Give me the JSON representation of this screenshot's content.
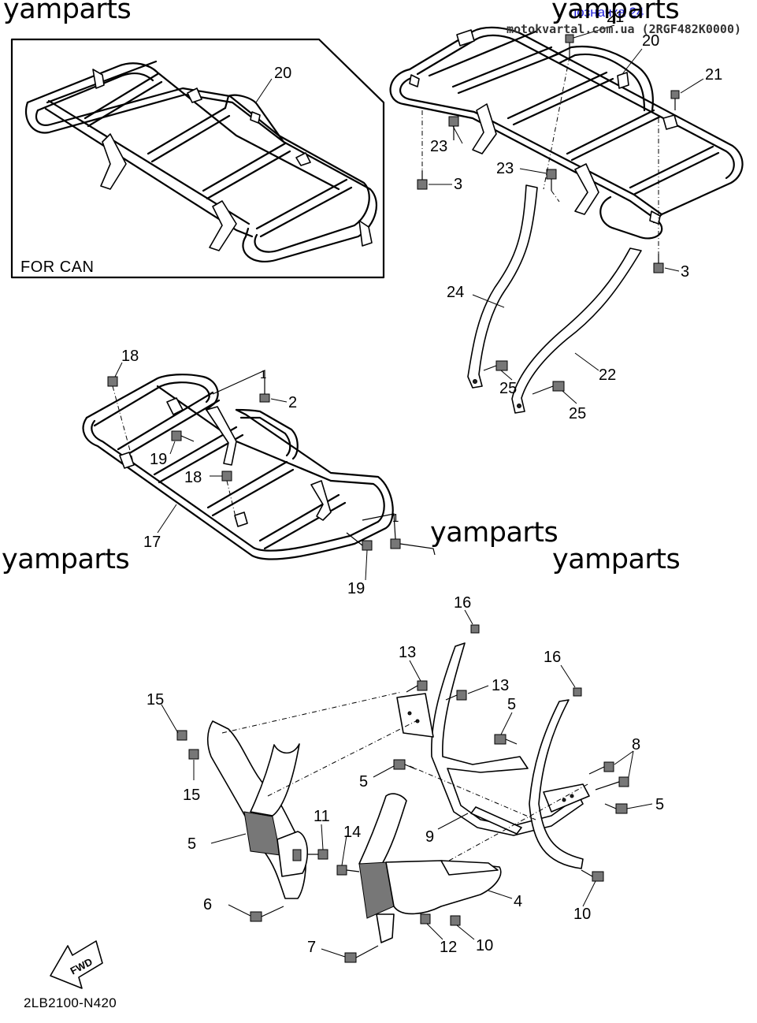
{
  "watermarks": [
    "yamparts",
    "yamparts",
    "yamparts",
    "yamparts",
    "yamparts"
  ],
  "header": {
    "reference": "позначка 24",
    "source": "motokvartal.com.ua (2RGF482K0000)"
  },
  "inset": {
    "label": "FOR CAN",
    "callouts": [
      "20"
    ]
  },
  "callouts": {
    "rear_carrier": [
      "21",
      "20",
      "21",
      "23",
      "23",
      "3",
      "3",
      "24",
      "22",
      "25",
      "25"
    ],
    "front_carrier": [
      "18",
      "2",
      "19",
      "18",
      "17",
      "19"
    ],
    "guard": [
      "16",
      "13",
      "13",
      "16",
      "15",
      "15",
      "5",
      "8",
      "5",
      "5",
      "5",
      "11",
      "14",
      "9",
      "4",
      "6",
      "12",
      "10",
      "10",
      "7"
    ]
  },
  "fwd_label": "FWD",
  "catalog_code": "2LB2100-N420",
  "icons": {
    "fwd_arrow": "fwd-arrow-icon"
  },
  "colors": {
    "reference_text": "#2222dd",
    "source_text": "#333333",
    "lines": "#000000"
  }
}
